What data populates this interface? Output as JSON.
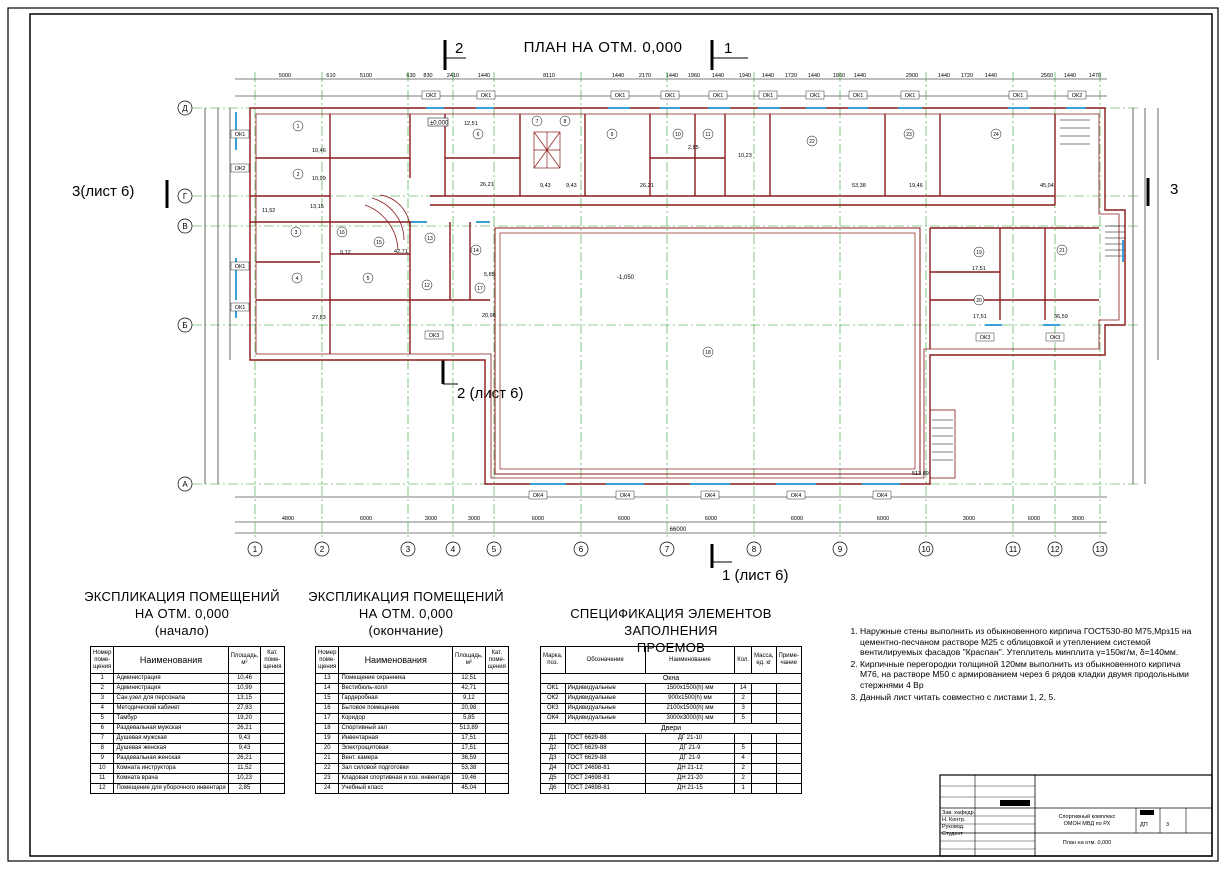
{
  "drawing": {
    "title": "ПЛАН НА ОТМ. 0,000",
    "section_cuts": {
      "top_left": "2",
      "top_right": "1",
      "left": "3(лист 6)",
      "right": "3",
      "mid": "2 (лист 6)",
      "bottom": "1 (лист 6)"
    },
    "axis_letters": [
      "Д",
      "Г",
      "В",
      "Б",
      "А"
    ],
    "axis_numbers": [
      "1",
      "2",
      "3",
      "4",
      "5",
      "6",
      "7",
      "8",
      "9",
      "10",
      "11",
      "12",
      "13"
    ],
    "top_dims": [
      "5000",
      "610",
      "5100",
      "630",
      "830",
      "2410",
      "1440",
      "8110",
      "1440",
      "2170",
      "1440",
      "1960",
      "1440",
      "1940",
      "1440",
      "1720",
      "1440",
      "1860",
      "1440",
      "2900",
      "1440",
      "1720",
      "1440",
      "2560",
      "1440",
      "1470"
    ],
    "bottom_dims_main": [
      "4800",
      "6000",
      "3000",
      "3000",
      "6000",
      "6000",
      "6000",
      "6000",
      "6000",
      "3000",
      "6000",
      "3000"
    ],
    "overall_width": "66000",
    "window_marks": [
      "ОК1",
      "ОК2",
      "ОК3",
      "ОК4"
    ],
    "room_areas": [
      "10,46",
      "10,99",
      "13,15",
      "27,83",
      "26,21",
      "9,43",
      "9,43",
      "26,21",
      "11,52",
      "10,23",
      "2,85",
      "12,51",
      "42,71",
      "9,12",
      "20,98",
      "5,85",
      "513,89",
      "17,51",
      "17,51",
      "36,59",
      "53,38",
      "19,46",
      "45,04"
    ],
    "level_mark": "-1,050",
    "zero_mark": "±0,000"
  },
  "explication_start": {
    "title": [
      "ЭКСПЛИКАЦИЯ ПОМЕЩЕНИЙ",
      "НА ОТМ. 0,000",
      "(начало)"
    ],
    "headers": [
      "Номер поме-щения",
      "Наименования",
      "Площадь, м²",
      "Кат. поме-щения"
    ],
    "rows": [
      [
        "1",
        "Администрация",
        "10,46",
        ""
      ],
      [
        "2",
        "Администрация",
        "10,99",
        ""
      ],
      [
        "3",
        "Сан.узел для персонала",
        "13,15",
        ""
      ],
      [
        "4",
        "Методический кабинет",
        "27,83",
        ""
      ],
      [
        "5",
        "Тамбур",
        "19,20",
        ""
      ],
      [
        "6",
        "Раздевальная мужская",
        "26,21",
        ""
      ],
      [
        "7",
        "Душевая мужская",
        "9,43",
        ""
      ],
      [
        "8",
        "Душевая женская",
        "9,43",
        ""
      ],
      [
        "9",
        "Раздевальная женская",
        "26,21",
        ""
      ],
      [
        "10",
        "Комната инструктора",
        "11,52",
        ""
      ],
      [
        "11",
        "Комната врача",
        "10,23",
        ""
      ],
      [
        "12",
        "Помещение для уборочного инвентаря",
        "2,85",
        ""
      ]
    ]
  },
  "explication_end": {
    "title": [
      "ЭКСПЛИКАЦИЯ ПОМЕЩЕНИЙ",
      "НА ОТМ. 0,000",
      "(окончание)"
    ],
    "headers": [
      "Номер поме-щения",
      "Наименования",
      "Площадь, м²",
      "Кат. поме-щения"
    ],
    "rows": [
      [
        "13",
        "Помещение охранника",
        "12,51",
        ""
      ],
      [
        "14",
        "Вестибюль-холл",
        "42,71",
        ""
      ],
      [
        "15",
        "Гардеробная",
        "9,12",
        ""
      ],
      [
        "16",
        "Бытовое помещение",
        "20,98",
        ""
      ],
      [
        "17",
        "Коридор",
        "5,85",
        ""
      ],
      [
        "18",
        "Спортивный зал",
        "513,89",
        ""
      ],
      [
        "19",
        "Инвентарная",
        "17,51",
        ""
      ],
      [
        "20",
        "Электрощитовая",
        "17,51",
        ""
      ],
      [
        "21",
        "Вент. камера",
        "36,59",
        ""
      ],
      [
        "22",
        "Зал силовой подготовки",
        "53,38",
        ""
      ],
      [
        "23",
        "Кладовая спортивная и хоз. инвентаря",
        "19,46",
        ""
      ],
      [
        "24",
        "Учебный класс",
        "45,04",
        ""
      ]
    ]
  },
  "specification": {
    "title": [
      "СПЕЦИФИКАЦИЯ ЭЛЕМЕНТОВ ЗАПОЛНЕНИЯ",
      "ПРОЕМОВ"
    ],
    "headers": [
      "Марка, поз.",
      "Обозначение",
      "Наименование",
      "Кол.",
      "Масса, ед. кг",
      "Приме-чание"
    ],
    "section_windows": "Окна",
    "windows": [
      [
        "ОК1",
        "Индивидуальные",
        "1500х1500(h) мм",
        "14",
        "",
        ""
      ],
      [
        "ОК2",
        "Индивидуальные",
        "900х1500(h) мм",
        "2",
        "",
        ""
      ],
      [
        "ОК3",
        "Индивидуальные",
        "2100х1500(h) мм",
        "3",
        "",
        ""
      ],
      [
        "ОК4",
        "Индивидуальные",
        "3000х3000(h) мм",
        "5",
        "",
        ""
      ]
    ],
    "section_doors": "Двери",
    "doors": [
      [
        "Д1",
        "ГОСТ 6629-88",
        "ДГ 21-10",
        "",
        "",
        ""
      ],
      [
        "Д2",
        "ГОСТ 6629-88",
        "ДГ 21-9",
        "5",
        "",
        ""
      ],
      [
        "Д3",
        "ГОСТ 6629-88",
        "ДГ 21-9",
        "4",
        "",
        ""
      ],
      [
        "Д4",
        "ГОСТ 24698-81",
        "ДН 21-12",
        "2",
        "",
        ""
      ],
      [
        "Д5",
        "ГОСТ 24698-81",
        "ДН 21-20",
        "2",
        "",
        ""
      ],
      [
        "Д6",
        "ГОСТ 24698-81",
        "ДН 21-15",
        "1",
        "",
        ""
      ]
    ]
  },
  "notes": [
    "Наружные стены выполнить из обыкновенного кирпича ГОСТ530-80 М75,Мрз15 на цементно-песчаном растворе М25 с облицовкой и утеплением системой вентилируемых фасадов \"Краспан\". Утеплитель минплита γ=150кг/м, δ=140мм.",
    "Кирпичные перегородки толщиной 120мм выполнить из обыкновенного кирпича М76, на растворе М50 с армированием через 6 рядов кладки двумя продольными стержнями 4 Вр",
    "Данный лист читать совместно с листами 1, 2, 5."
  ],
  "stamp": {
    "roles": [
      "Зав. кафедр.",
      "Н. Контр.",
      "Руковод.",
      "Студент"
    ],
    "project": [
      "Спортивный комплекс",
      "ОМОН МВД по РХ"
    ],
    "stage": "ДП",
    "sheet": "3",
    "sheet_title": "План на отм. 0,000"
  },
  "colors": {
    "wall": "#8b1a1a",
    "axis": "#2e9e2e",
    "window": "#3aa0d8",
    "ink": "#000000"
  }
}
